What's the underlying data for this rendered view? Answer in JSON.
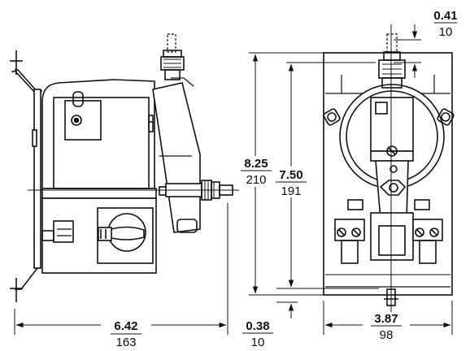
{
  "dimensions": {
    "top_offset": {
      "in": "0.41",
      "mm": "10"
    },
    "overall_height": {
      "in": "8.25",
      "mm": "210"
    },
    "mounting_height": {
      "in": "7.50",
      "mm": "191"
    },
    "side_depth": {
      "in": "6.42",
      "mm": "163"
    },
    "bottom_offset": {
      "in": "0.38",
      "mm": "10"
    },
    "front_width": {
      "in": "3.87",
      "mm": "98"
    }
  }
}
